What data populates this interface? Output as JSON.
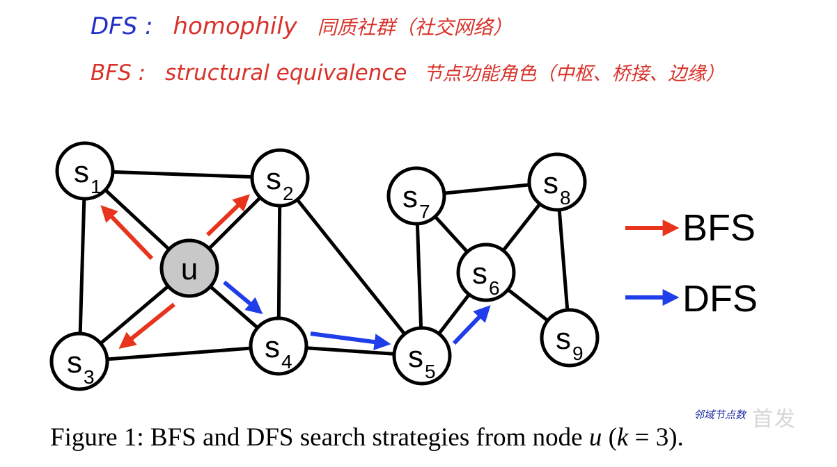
{
  "notes": {
    "dfs_label": "DFS :",
    "dfs_term": "homophily",
    "dfs_desc": "同质社群（社交网络）",
    "bfs_label": "BFS :",
    "bfs_term": "structural equivalence",
    "bfs_desc": "节点功能角色（中枢、桥接、边缘）"
  },
  "legend": {
    "bfs_label": "BFS",
    "dfs_label": "DFS",
    "bfs_color": "#e8341c",
    "dfs_color": "#1f3de8"
  },
  "nodes": {
    "u": "u",
    "s1": {
      "letter": "s",
      "sub": "1"
    },
    "s2": {
      "letter": "s",
      "sub": "2"
    },
    "s3": {
      "letter": "s",
      "sub": "3"
    },
    "s4": {
      "letter": "s",
      "sub": "4"
    },
    "s5": {
      "letter": "s",
      "sub": "5"
    },
    "s6": {
      "letter": "s",
      "sub": "6"
    },
    "s7": {
      "letter": "s",
      "sub": "7"
    },
    "s8": {
      "letter": "s",
      "sub": "8"
    },
    "s9": {
      "letter": "s",
      "sub": "9"
    }
  },
  "edges": [
    [
      "s1",
      "s2"
    ],
    [
      "s1",
      "u"
    ],
    [
      "s1",
      "s3"
    ],
    [
      "u",
      "s2"
    ],
    [
      "u",
      "s3"
    ],
    [
      "u",
      "s4"
    ],
    [
      "s2",
      "s4"
    ],
    [
      "s2",
      "s5"
    ],
    [
      "s3",
      "s4"
    ],
    [
      "s4",
      "s5"
    ],
    [
      "s5",
      "s6"
    ],
    [
      "s5",
      "s7"
    ],
    [
      "s7",
      "s8"
    ],
    [
      "s7",
      "s6"
    ],
    [
      "s8",
      "s6"
    ],
    [
      "s8",
      "s9"
    ],
    [
      "s6",
      "s9"
    ]
  ],
  "caption": {
    "prefix": "Figure 1: BFS and DFS search strategies from node ",
    "var_u": "u",
    "open": " (",
    "var_k": "k",
    "rest": " = 3)."
  },
  "side_note": "邻域节点数",
  "watermark": "首发"
}
